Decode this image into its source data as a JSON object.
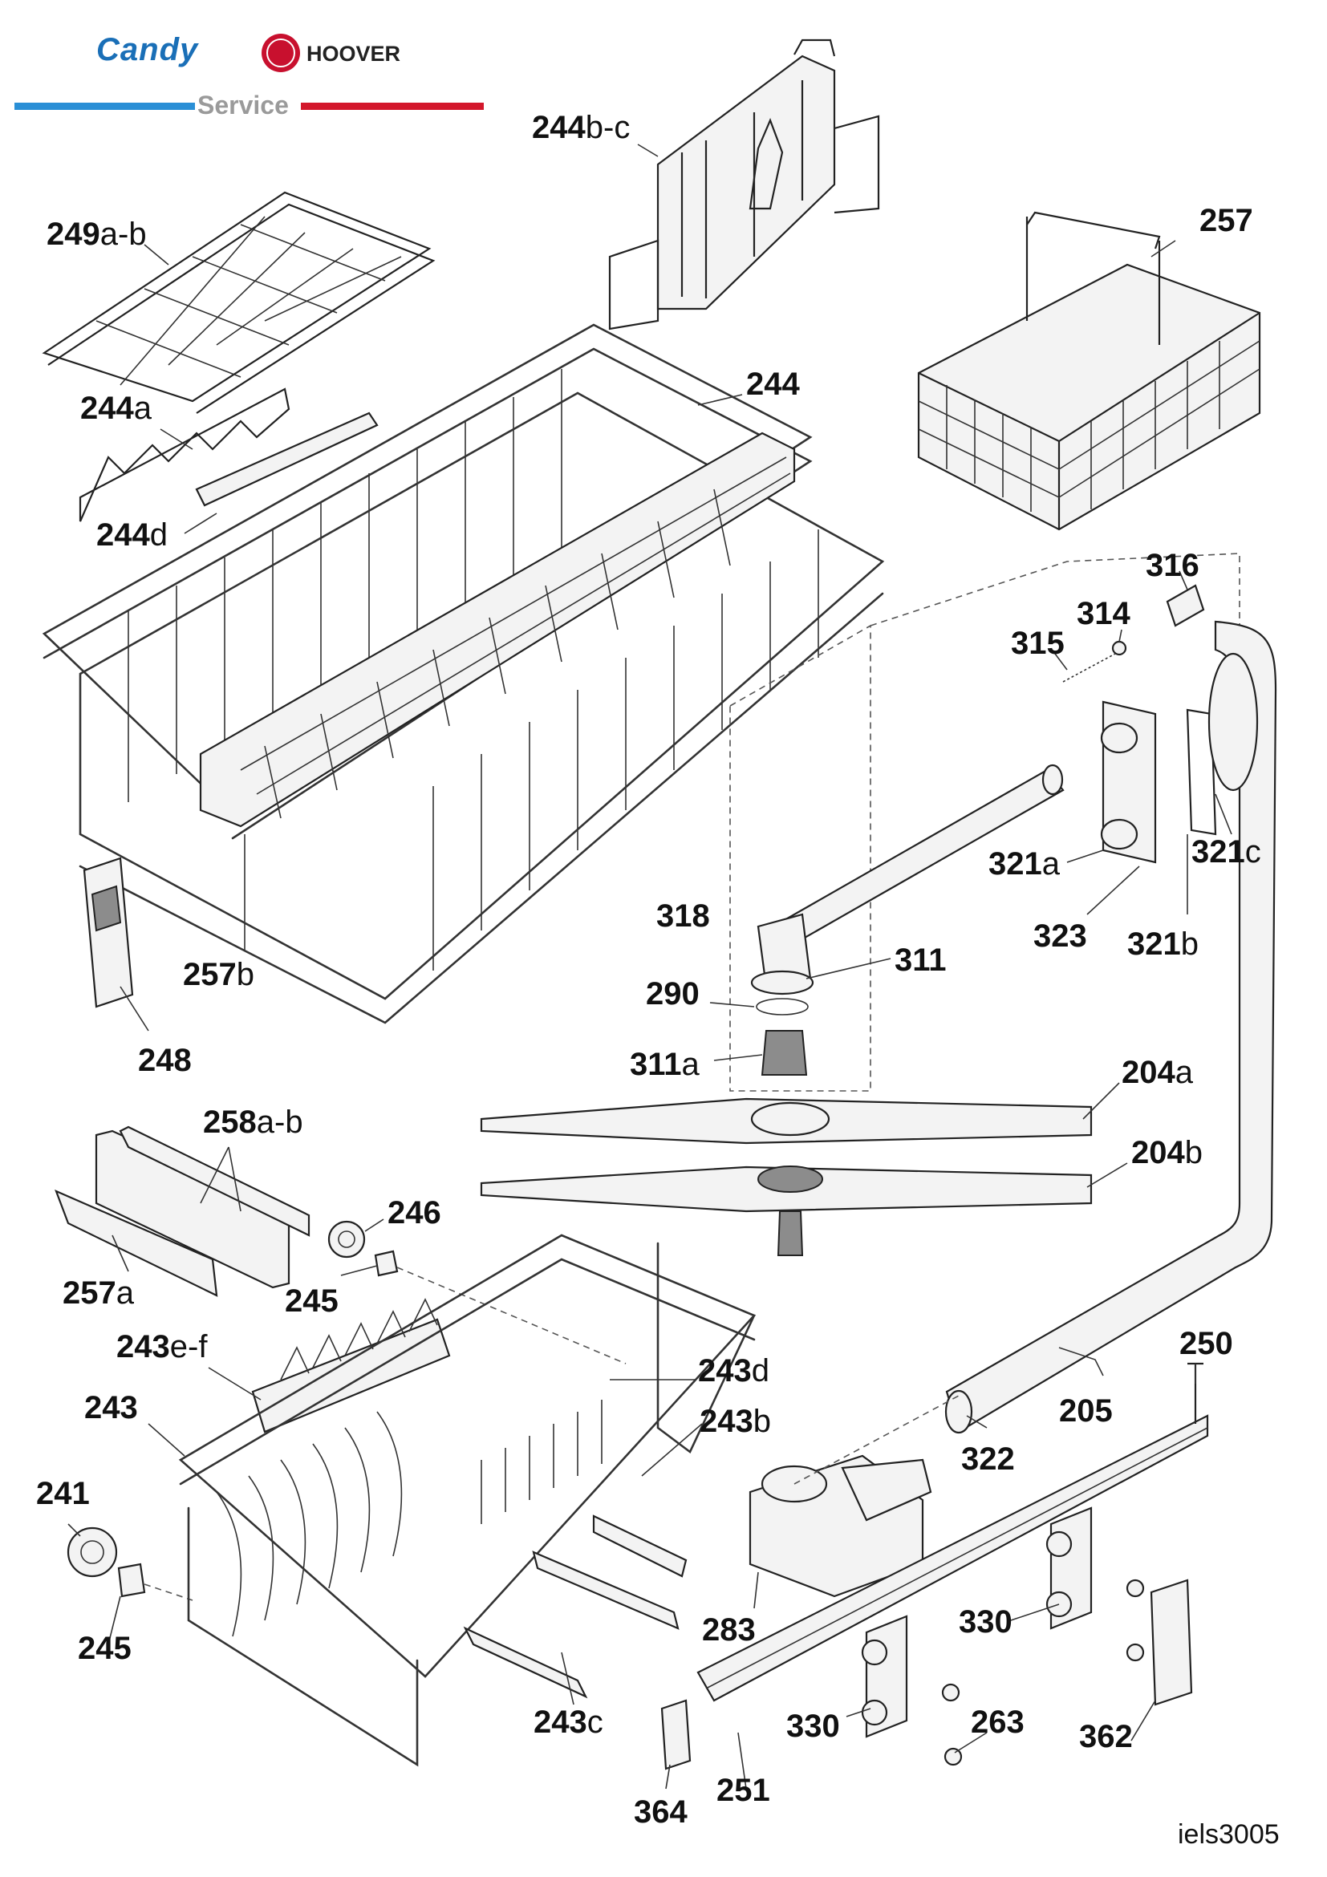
{
  "brand": {
    "candy": "Candy",
    "hoover": "HOOVER",
    "service": "Service",
    "candy_color": "#1a6fb7",
    "hoover_color": "#c8102e",
    "blue_bar_color": "#2a8fd6",
    "red_bar_color": "#d3172b"
  },
  "document_code": "iels3005",
  "labels": {
    "p244bc": {
      "num": "244",
      "suf": "b-c"
    },
    "p249ab": {
      "num": "249",
      "suf": "a-b"
    },
    "p257": {
      "num": "257",
      "suf": ""
    },
    "p244": {
      "num": "244",
      "suf": ""
    },
    "p244a": {
      "num": "244",
      "suf": "a"
    },
    "p244d": {
      "num": "244",
      "suf": "d"
    },
    "p316": {
      "num": "316",
      "suf": ""
    },
    "p314": {
      "num": "314",
      "suf": ""
    },
    "p315": {
      "num": "315",
      "suf": ""
    },
    "p321a": {
      "num": "321",
      "suf": "a"
    },
    "p321c": {
      "num": "321",
      "suf": "c"
    },
    "p318": {
      "num": "318",
      "suf": ""
    },
    "p323": {
      "num": "323",
      "suf": ""
    },
    "p321b": {
      "num": "321",
      "suf": "b"
    },
    "p311": {
      "num": "311",
      "suf": ""
    },
    "p257b": {
      "num": "257",
      "suf": "b"
    },
    "p290": {
      "num": "290",
      "suf": ""
    },
    "p248": {
      "num": "248",
      "suf": ""
    },
    "p311a": {
      "num": "311",
      "suf": "a"
    },
    "p204a": {
      "num": "204",
      "suf": "a"
    },
    "p258ab": {
      "num": "258",
      "suf": "a-b"
    },
    "p204b": {
      "num": "204",
      "suf": "b"
    },
    "p246": {
      "num": "246",
      "suf": ""
    },
    "p257a": {
      "num": "257",
      "suf": "a"
    },
    "p245top": {
      "num": "245",
      "suf": ""
    },
    "p243ef": {
      "num": "243",
      "suf": "e-f"
    },
    "p250": {
      "num": "250",
      "suf": ""
    },
    "p243d": {
      "num": "243",
      "suf": "d"
    },
    "p243": {
      "num": "243",
      "suf": ""
    },
    "p205": {
      "num": "205",
      "suf": ""
    },
    "p243b": {
      "num": "243",
      "suf": "b"
    },
    "p322": {
      "num": "322",
      "suf": ""
    },
    "p241": {
      "num": "241",
      "suf": ""
    },
    "p330top": {
      "num": "330",
      "suf": ""
    },
    "p283": {
      "num": "283",
      "suf": ""
    },
    "p245bot": {
      "num": "245",
      "suf": ""
    },
    "p243c": {
      "num": "243",
      "suf": "c"
    },
    "p330bot": {
      "num": "330",
      "suf": ""
    },
    "p263": {
      "num": "263",
      "suf": ""
    },
    "p362": {
      "num": "362",
      "suf": ""
    },
    "p364": {
      "num": "364",
      "suf": ""
    },
    "p251": {
      "num": "251",
      "suf": ""
    }
  }
}
